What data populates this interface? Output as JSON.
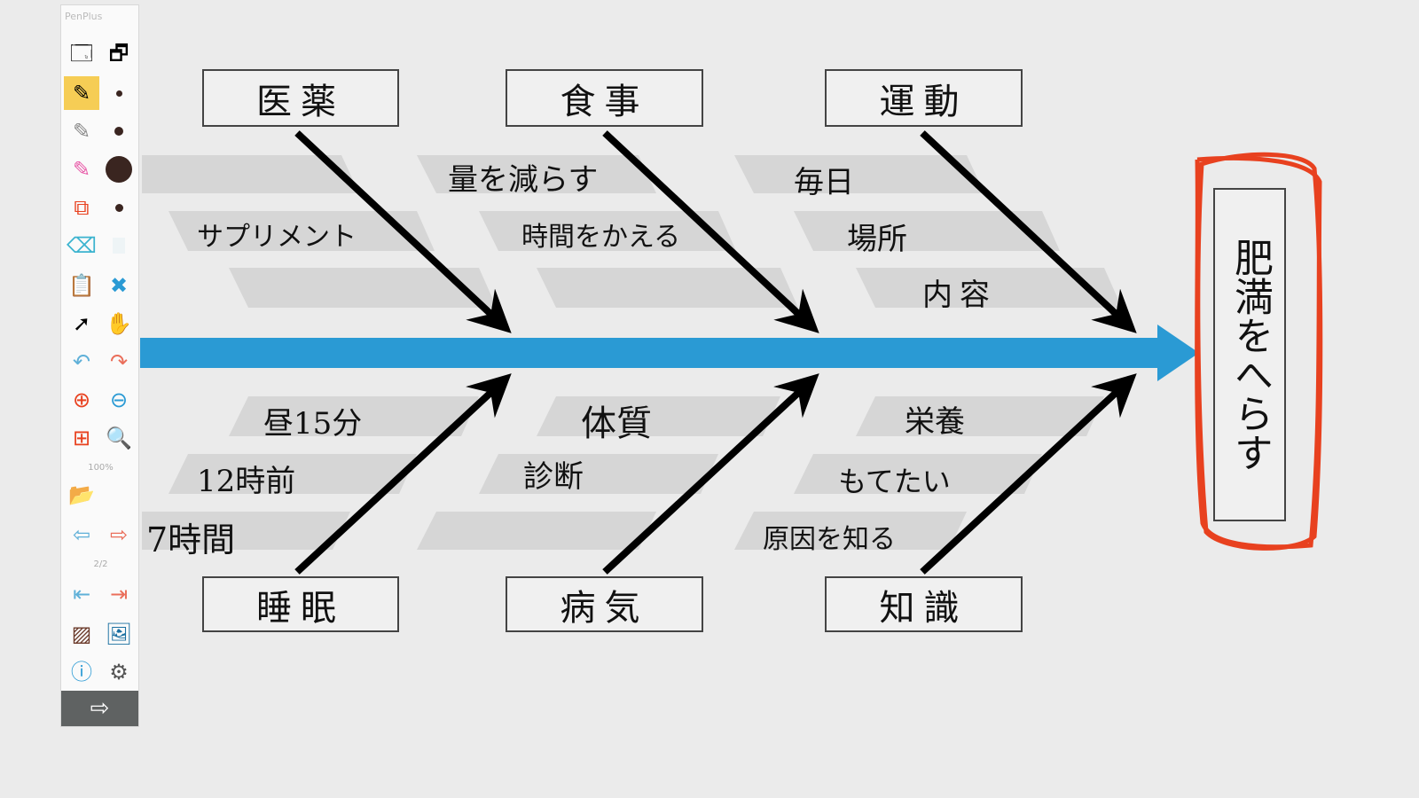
{
  "app": {
    "title": "PenPlus",
    "zoom_label": "100%",
    "page_label": "2/2"
  },
  "toolbar": {
    "icons": [
      "board-mode-icon",
      "window-mode-icon",
      "pen-icon",
      "pen-size-small",
      "outline-pen-icon",
      "pen-size-medium",
      "highlighter-icon",
      "pen-size-large",
      "shape-pen-icon",
      "shape-size",
      "eraser-icon",
      "eraser-size",
      "paste-icon",
      "clear-paste-icon",
      "pointer-icon",
      "hand-icon",
      "undo-icon",
      "redo-icon",
      "zoom-in-icon",
      "zoom-out-icon",
      "fit-page-icon",
      "zoom-reset-icon",
      "open-file-icon",
      "prev-page-icon",
      "next-page-icon",
      "first-page-icon",
      "last-page-icon",
      "background-icon",
      "image-icon",
      "info-icon",
      "settings-icon",
      "exit-icon"
    ]
  },
  "colors": {
    "spine": "#2a9ad4",
    "highlight": "#e8411f",
    "band": "#d6d6d6",
    "selected": "#f6cd55"
  },
  "diagram": {
    "effect": "肥満をへらす",
    "categories_top": [
      {
        "name": "医薬",
        "causes": [
          "サプリメント"
        ]
      },
      {
        "name": "食事",
        "causes": [
          "量を減らす",
          "時間をかえる"
        ]
      },
      {
        "name": "運動",
        "causes": [
          "毎日",
          "場所",
          "内容"
        ]
      }
    ],
    "categories_bottom": [
      {
        "name": "睡眠",
        "causes": [
          "昼15分",
          "12時前",
          "7時間"
        ]
      },
      {
        "name": "病気",
        "causes": [
          "体質",
          "診断"
        ]
      },
      {
        "name": "知識",
        "causes": [
          "栄養",
          "もてたい",
          "原因を知る"
        ]
      }
    ]
  }
}
